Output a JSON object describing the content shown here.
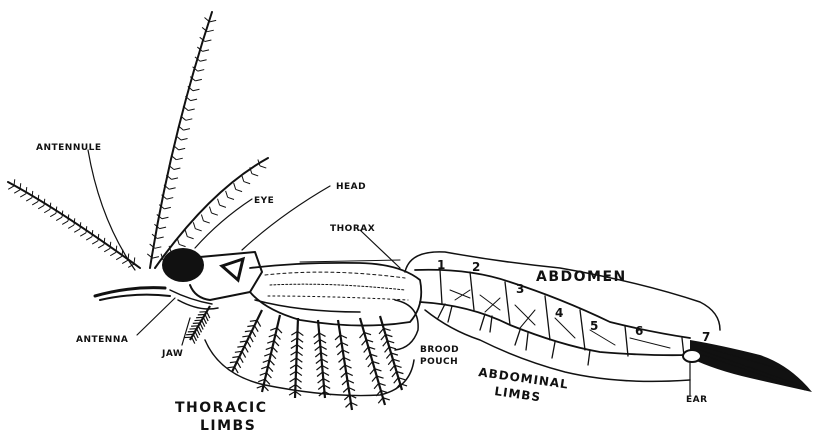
{
  "labels": {
    "antennule": "ANTENNULE",
    "eye": "EYE",
    "head": "HEAD",
    "thorax": "THORAX",
    "abdomen": "ABDOMEN",
    "antenna": "ANTENNA",
    "jaw": "JAW",
    "brood_pouch_line1": "BROOD",
    "brood_pouch_line2": "POUCH",
    "abdominal_limbs_line1": "ABDOMINAL",
    "abdominal_limbs_line2": "LIMBS",
    "thoracic_limbs_line1": "THORACIC",
    "thoracic_limbs_line2": "LIMBS",
    "ear": "EAR"
  },
  "segments": [
    "1",
    "2",
    "3",
    "4",
    "5",
    "6",
    "7"
  ]
}
